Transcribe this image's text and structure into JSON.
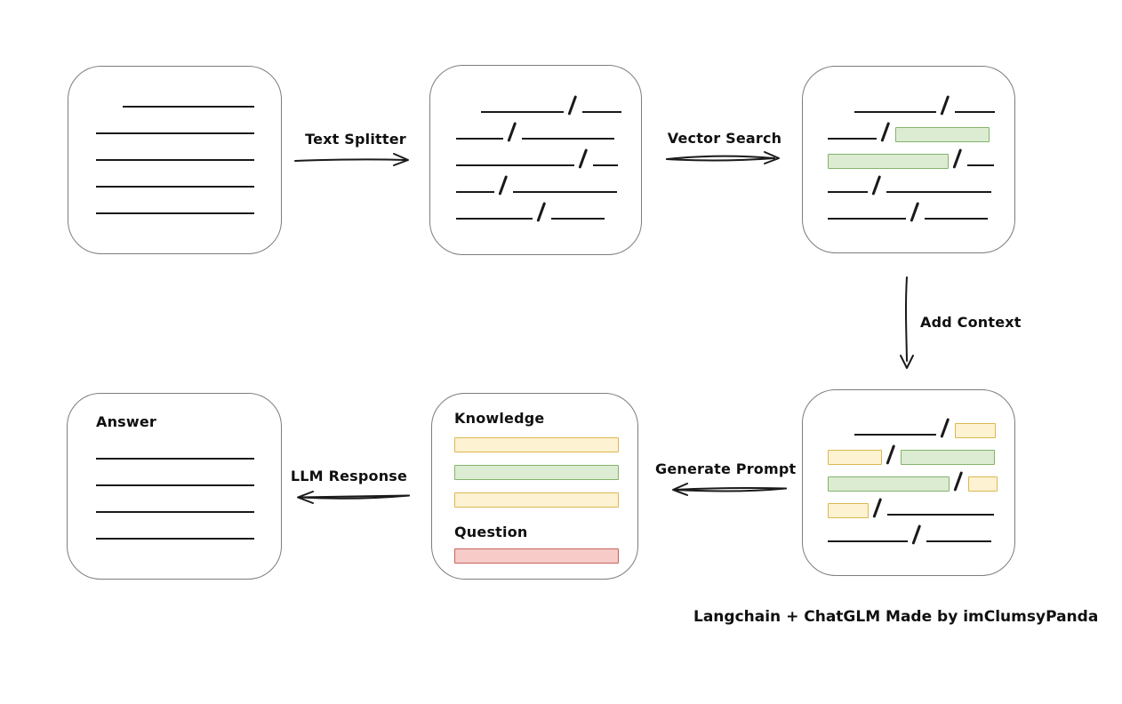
{
  "colors": {
    "green-fill": "#dcecd3",
    "green-stroke": "#84b368",
    "yellow-fill": "#fdf2d2",
    "yellow-stroke": "#dcb752",
    "red-fill": "#f6cbc8",
    "red-stroke": "#c5635b",
    "box-border": "#7d7d7d",
    "ink": "#1a1a1a"
  },
  "arrows": {
    "text_splitter": {
      "label": "Text Splitter"
    },
    "vector_search": {
      "label": "Vector Search"
    },
    "add_context": {
      "label": "Add Context"
    },
    "generate_prompt": {
      "label": "Generate Prompt"
    },
    "llm_response": {
      "label": "LLM Response"
    }
  },
  "boxes": {
    "document": {
      "rows": [
        {
          "indent": 30,
          "segments": [
            {
              "kind": "line",
              "w": 148
            }
          ]
        },
        {
          "segments": [
            {
              "kind": "line",
              "w": 178
            }
          ]
        },
        {
          "segments": [
            {
              "kind": "line",
              "w": 178
            }
          ]
        },
        {
          "segments": [
            {
              "kind": "line",
              "w": 178
            }
          ]
        },
        {
          "segments": [
            {
              "kind": "line",
              "w": 178
            }
          ]
        }
      ]
    },
    "chunks": {
      "rows": [
        {
          "indent": 28,
          "segments": [
            {
              "kind": "line",
              "w": 93
            },
            {
              "kind": "slash"
            },
            {
              "kind": "line",
              "w": 44
            }
          ]
        },
        {
          "segments": [
            {
              "kind": "line",
              "w": 53
            },
            {
              "kind": "slash"
            },
            {
              "kind": "line",
              "w": 104
            }
          ]
        },
        {
          "segments": [
            {
              "kind": "line",
              "w": 133
            },
            {
              "kind": "slash"
            },
            {
              "kind": "line",
              "w": 28
            }
          ]
        },
        {
          "segments": [
            {
              "kind": "line",
              "w": 43
            },
            {
              "kind": "slash"
            },
            {
              "kind": "line",
              "w": 117
            }
          ]
        },
        {
          "segments": [
            {
              "kind": "line",
              "w": 86
            },
            {
              "kind": "slash"
            },
            {
              "kind": "line",
              "w": 60
            }
          ]
        }
      ]
    },
    "search_results": {
      "rows": [
        {
          "indent": 30,
          "segments": [
            {
              "kind": "line",
              "w": 92
            },
            {
              "kind": "slash"
            },
            {
              "kind": "line",
              "w": 45
            }
          ]
        },
        {
          "segments": [
            {
              "kind": "line",
              "w": 55
            },
            {
              "kind": "slash"
            },
            {
              "kind": "green",
              "w": 104
            }
          ]
        },
        {
          "segments": [
            {
              "kind": "green",
              "w": 134
            },
            {
              "kind": "slash"
            },
            {
              "kind": "line",
              "w": 30
            }
          ]
        },
        {
          "segments": [
            {
              "kind": "line",
              "w": 45
            },
            {
              "kind": "slash"
            },
            {
              "kind": "line",
              "w": 118
            }
          ]
        },
        {
          "segments": [
            {
              "kind": "line",
              "w": 88
            },
            {
              "kind": "slash"
            },
            {
              "kind": "line",
              "w": 71
            }
          ]
        }
      ]
    },
    "context": {
      "rows": [
        {
          "indent": 30,
          "segments": [
            {
              "kind": "line",
              "w": 92
            },
            {
              "kind": "slash"
            },
            {
              "kind": "yellow",
              "w": 44
            }
          ]
        },
        {
          "segments": [
            {
              "kind": "yellow",
              "w": 59
            },
            {
              "kind": "slash"
            },
            {
              "kind": "green",
              "w": 104
            }
          ]
        },
        {
          "segments": [
            {
              "kind": "green",
              "w": 135
            },
            {
              "kind": "slash"
            },
            {
              "kind": "yellow",
              "w": 31
            }
          ]
        },
        {
          "segments": [
            {
              "kind": "yellow",
              "w": 44
            },
            {
              "kind": "slash"
            },
            {
              "kind": "line",
              "w": 120
            }
          ]
        },
        {
          "segments": [
            {
              "kind": "line",
              "w": 90
            },
            {
              "kind": "slash"
            },
            {
              "kind": "line",
              "w": 73
            }
          ]
        }
      ]
    },
    "prompt": {
      "knowledge_label": "Knowledge",
      "question_label": "Question",
      "knowledge_bars": [
        {
          "kind": "yellow"
        },
        {
          "kind": "green"
        },
        {
          "kind": "yellow"
        }
      ],
      "question_bars": [
        {
          "kind": "red"
        }
      ]
    },
    "answer": {
      "label": "Answer",
      "rows": [
        {
          "segments": [
            {
              "kind": "line",
              "w": 178
            }
          ]
        },
        {
          "segments": [
            {
              "kind": "line",
              "w": 178
            }
          ]
        },
        {
          "segments": [
            {
              "kind": "line",
              "w": 178
            }
          ]
        },
        {
          "segments": [
            {
              "kind": "line",
              "w": 178
            }
          ]
        }
      ]
    }
  },
  "footer": {
    "credit": "Langchain + ChatGLM Made by imClumsyPanda"
  }
}
